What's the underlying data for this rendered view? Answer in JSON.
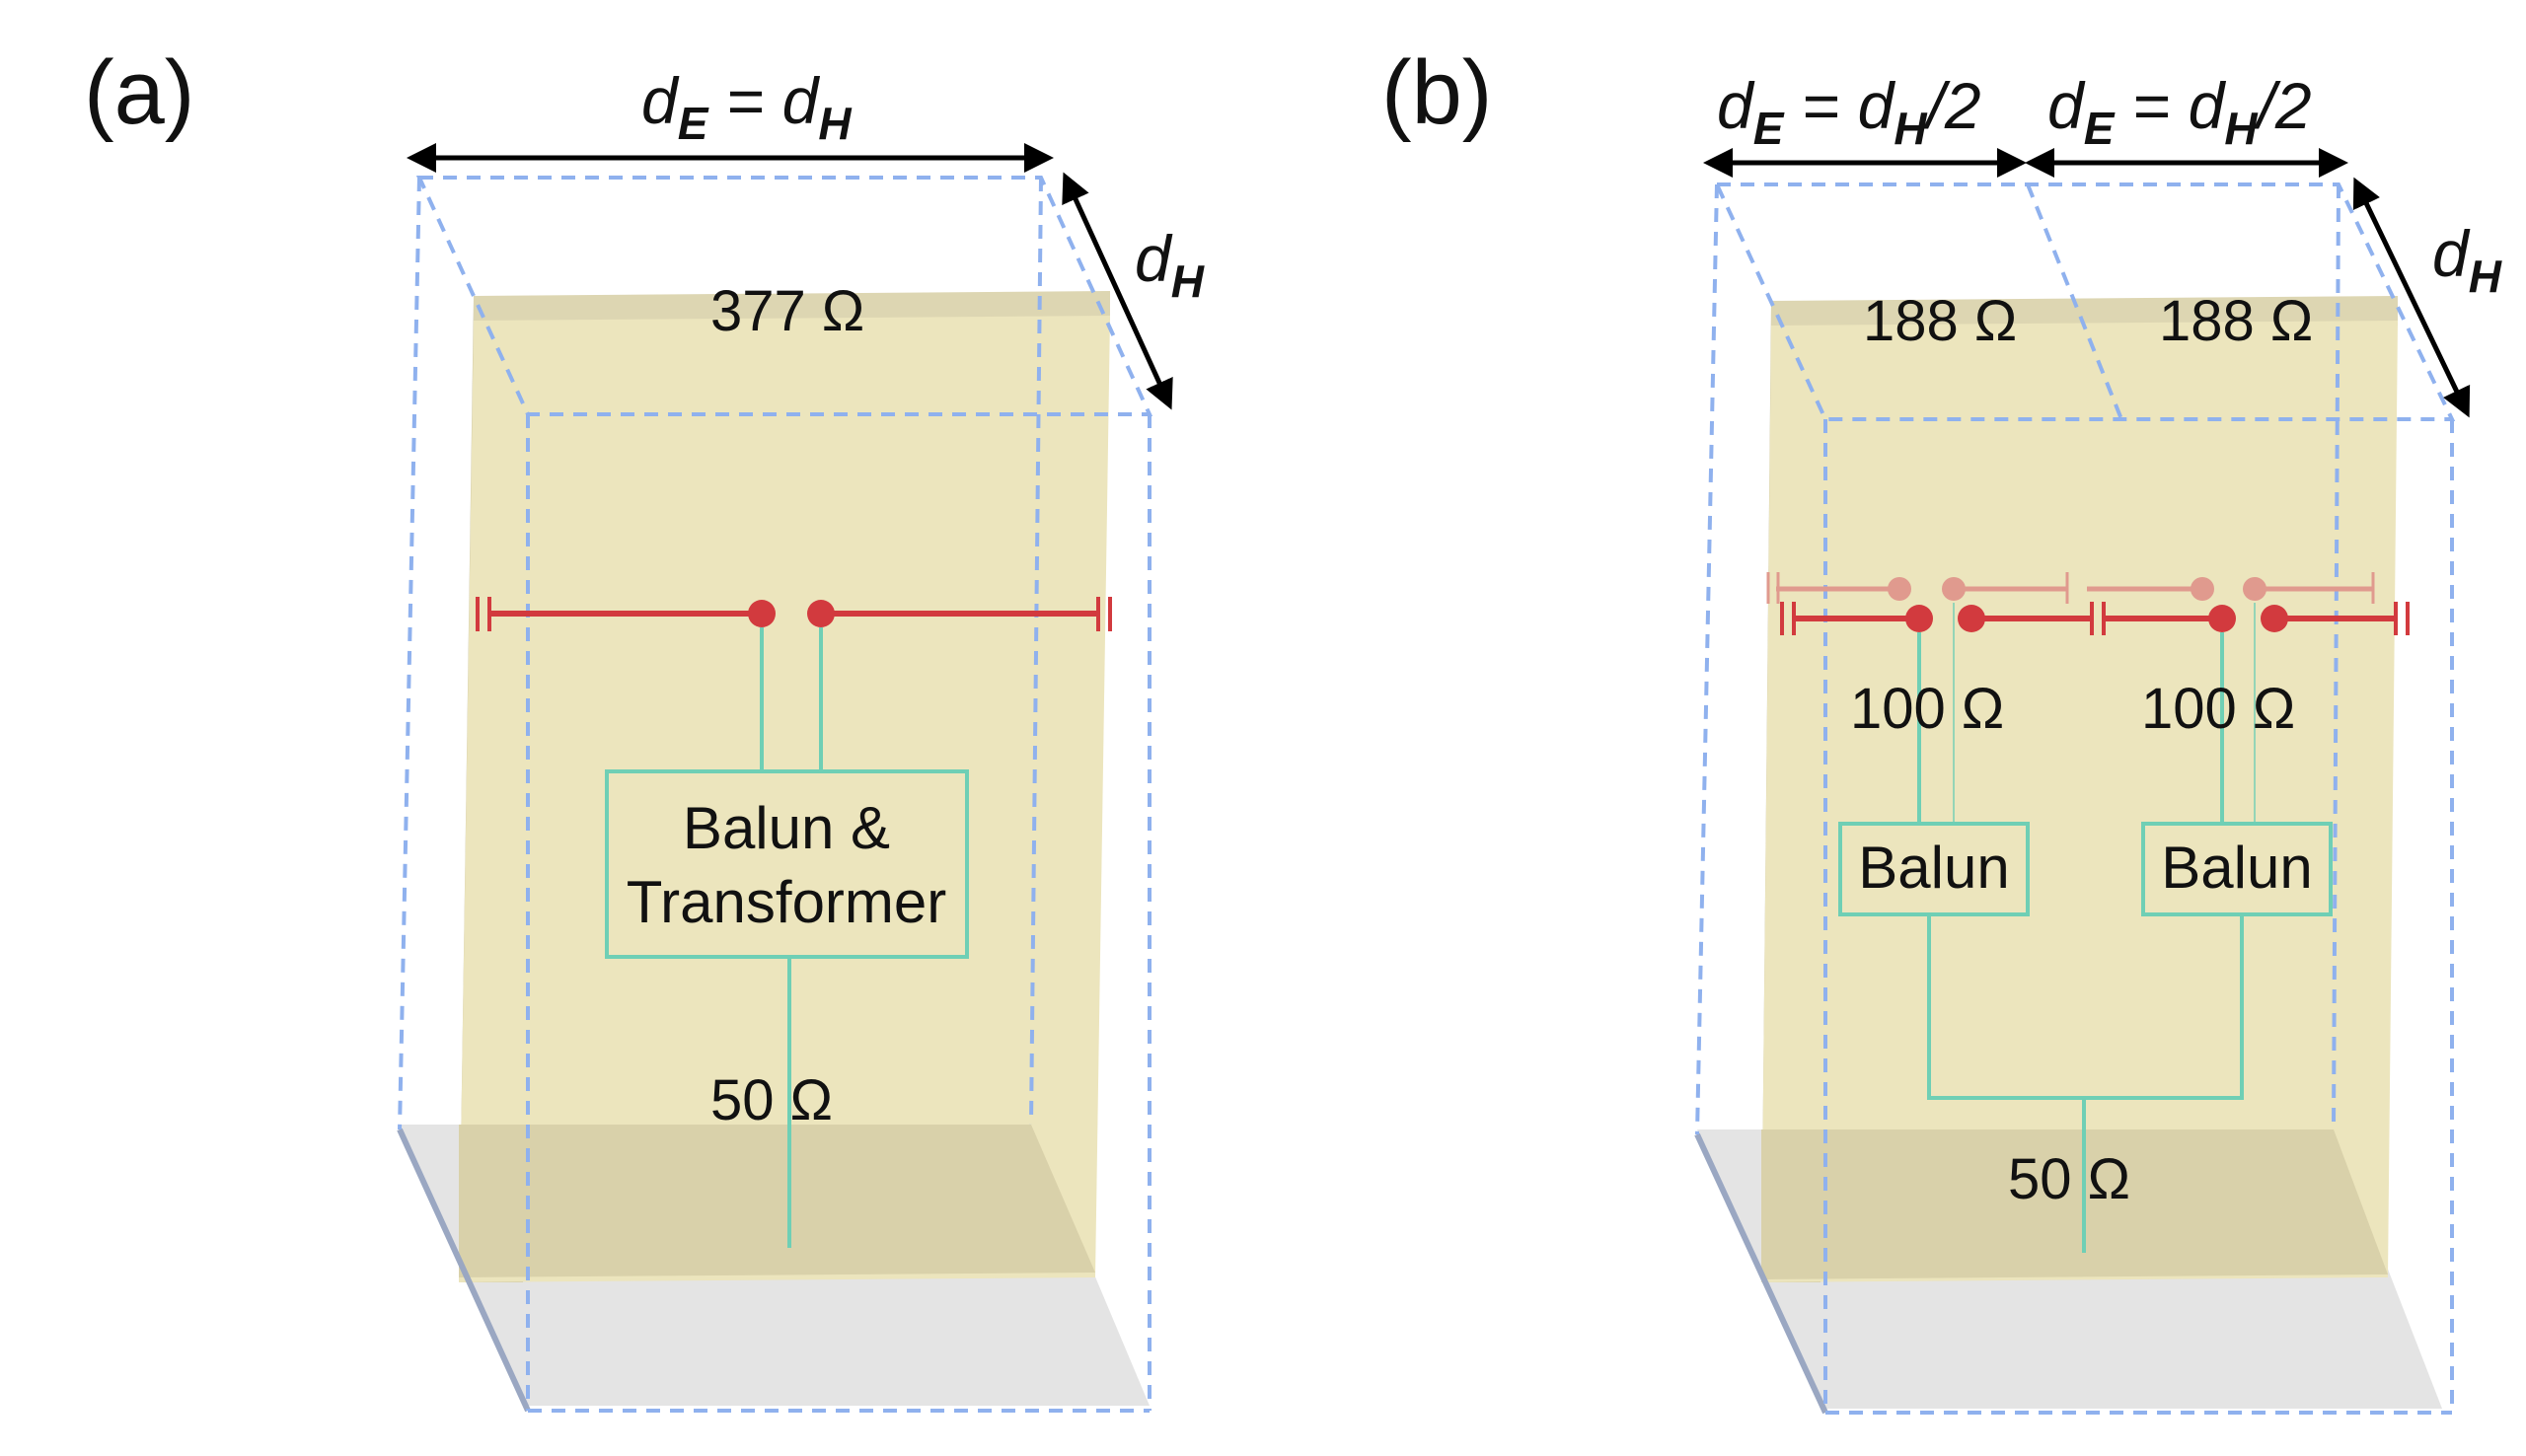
{
  "panel_a": {
    "label": "(a)",
    "width_label": {
      "main": "d",
      "sub1": "E",
      "mid": " = d",
      "sub2": "H"
    },
    "depth_label": {
      "main": "d",
      "sub": "H"
    },
    "top_impedance": "377 Ω",
    "box_line1": "Balun &",
    "box_line2": "Transformer",
    "bottom_impedance": "50 Ω"
  },
  "panel_b": {
    "label": "(b)",
    "width_label_left": {
      "main": "d",
      "sub1": "E",
      "mid": " = d",
      "sub2": "H",
      "tail": "/2"
    },
    "width_label_right": {
      "main": "d",
      "sub1": "E",
      "mid": " = d",
      "sub2": "H",
      "tail": "/2"
    },
    "depth_label": {
      "main": "d",
      "sub": "H"
    },
    "top_impedance_left": "188 Ω",
    "top_impedance_right": "188 Ω",
    "feed_impedance_left": "100 Ω",
    "feed_impedance_right": "100 Ω",
    "balun_left": "Balun",
    "balun_right": "Balun",
    "bottom_impedance": "50 Ω"
  },
  "colors": {
    "sheet": "#ece5bd",
    "sheet_top": "#ddd6b2",
    "sheet_side": "#c9c2a1",
    "floor": "#e4e4e4",
    "box_dashes": "#8fb1ee",
    "antenna": "#d23a3e",
    "antenna_faded": "#e09a8e",
    "feed_line": "#6fcfb5",
    "arrow": "#000000"
  }
}
